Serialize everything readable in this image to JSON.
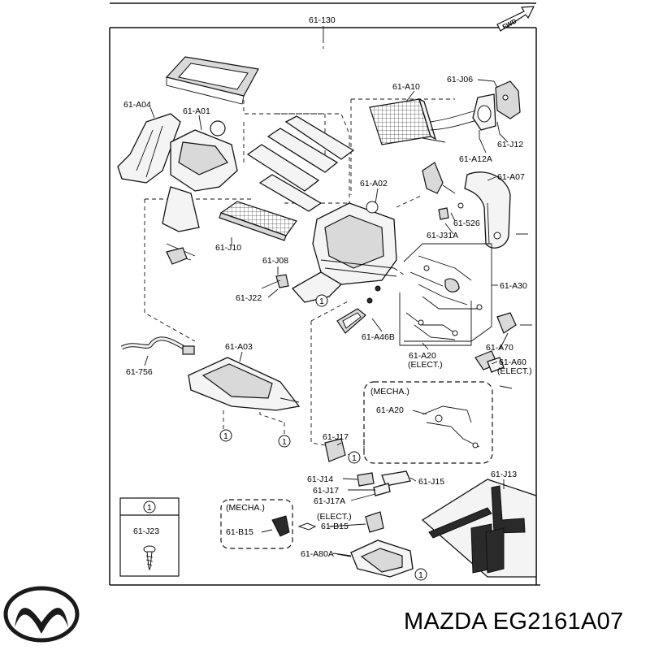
{
  "diagram": {
    "top_label": "61-130",
    "fwd_label": "FWD",
    "circle_ref": "1",
    "labels": {
      "a04": "61-A04",
      "a01": "61-A01",
      "a10": "61-A10",
      "j06": "61-J06",
      "j12": "61-J12",
      "a12a": "61-A12A",
      "a07": "61-A07",
      "a02": "61-A02",
      "p526": "61-526",
      "j31a": "61-J31A",
      "j10": "61-J10",
      "j08": "61-J08",
      "j22": "61-J22",
      "a30": "61-A30",
      "a46b": "61-A46B",
      "a70": "61-A70",
      "a60": "61-A60",
      "a60_elect": "(ELECT.)",
      "a20": "61-A20",
      "a20_elect": "(ELECT.)",
      "v756": "61-756",
      "a03": "61-A03",
      "mecha1_title": "(MECHA.)",
      "mecha1_part": "61-A20",
      "j17_top": "61-J17",
      "j14": "61-J14",
      "j17": "61-J17",
      "j15": "61-J15",
      "j17a": "61-J17A",
      "j13": "61-J13",
      "legend_part": "61-J23",
      "mecha2_title": "(MECHA.)",
      "mecha2_part": "61-B15",
      "b15_elect": "(ELECT.)",
      "b15": "61-B15",
      "a80a": "61-A80A"
    }
  },
  "brand": {
    "logo": "mazda-logo",
    "caption": "MAZDA EG2161A07"
  }
}
